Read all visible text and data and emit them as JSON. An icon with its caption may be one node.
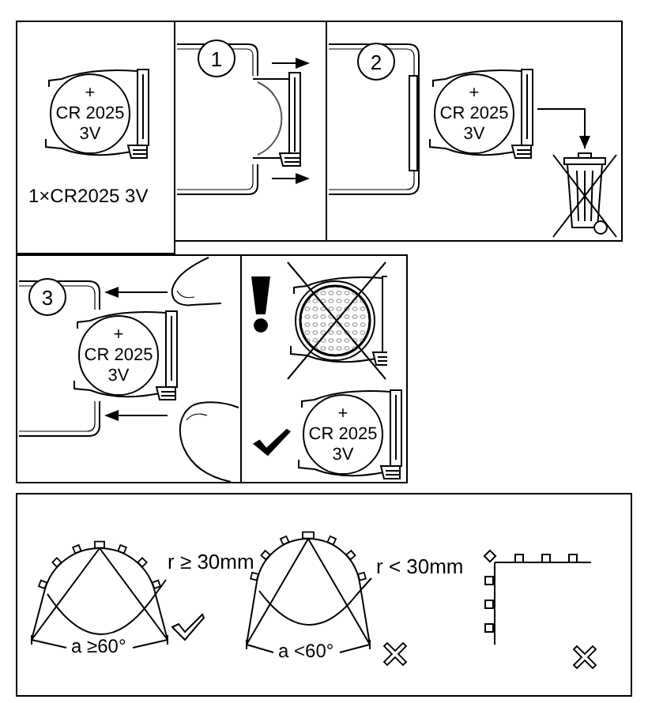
{
  "diagram": {
    "nodes": [
      {
        "text": [
          "+",
          "CR 2025 3V"
        ]
      },
      {
        "text": [
          "1"
        ]
      },
      {
        "text": [
          "2"
        ]
      },
      {
        "text": [
          "+",
          "CR 2025 3V"
        ]
      },
      {
        "text": [],
        "shape": "picture"
      },
      {
        "text": [
          "3"
        ]
      },
      {
        "text": [
          "+",
          "CR 2025 3V"
        ]
      },
      {
        "text": [],
        "shape": "picture"
      },
      {
        "text": [
          "+",
          "CR 2025 3V"
        ]
      }
    ],
    "edges": [
      {
        "from": 3,
        "to": 4,
        "arrow": "to"
      }
    ],
    "labels": [
      "1×CR2025 3V",
      "r ≥ 30mm",
      "a ≥60°",
      "r < 30mm",
      "a <60°"
    ]
  }
}
